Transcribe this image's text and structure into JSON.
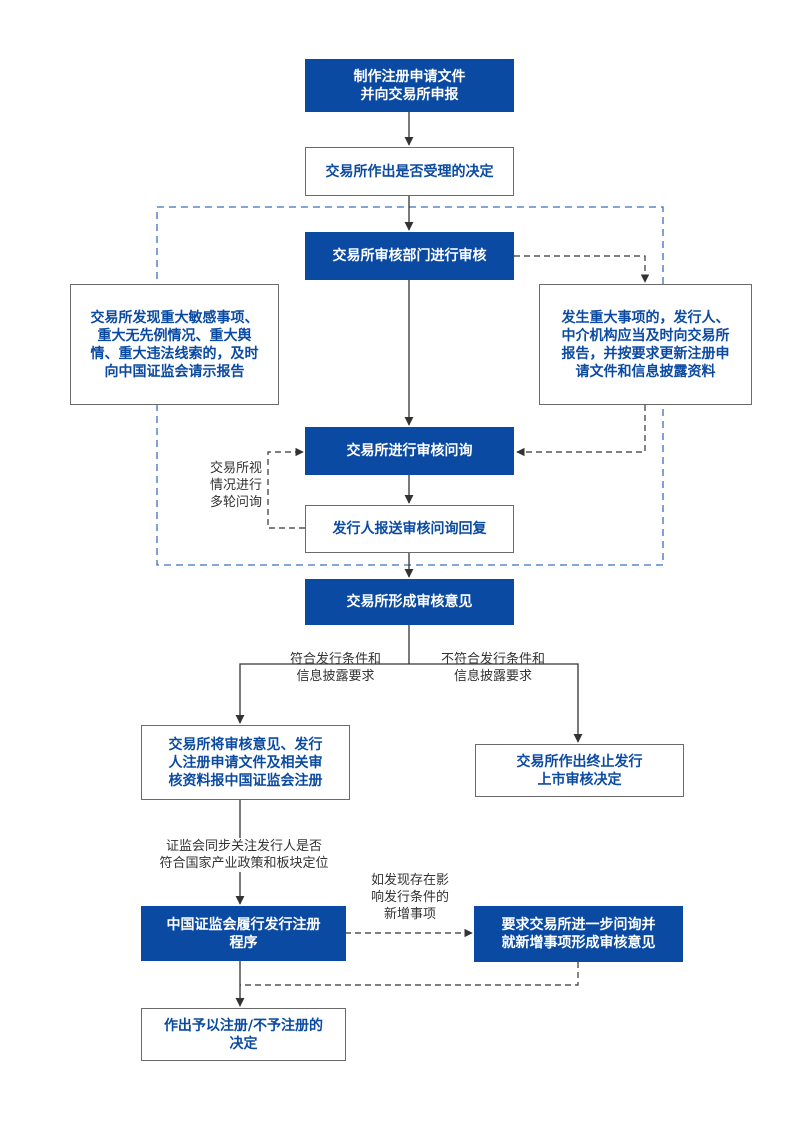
{
  "boxes": {
    "prepare": "制作注册申请文件\n并向交易所申报",
    "accept": "交易所作出是否受理的决定",
    "review_dept": "交易所审核部门进行审核",
    "left_report": "交易所发现重大敏感事项、\n重大无先例情况、重大舆\n情、重大违法线索的，及时\n向中国证监会请示报告",
    "right_report": "发生重大事项的，发行人、\n中介机构应当及时向交易所\n报告，并按要求更新注册申\n请文件和信息披露资料",
    "inquiry": "交易所进行审核问询",
    "reply": "发行人报送审核问询回复",
    "opinion": "交易所形成审核意见",
    "submit_csrc": "交易所将审核意见、发行\n人注册申请文件及相关审\n核资料报中国证监会注册",
    "terminate": "交易所作出终止发行\n上市审核决定",
    "csrc_register": "中国证监会履行发行注册\n程序",
    "further_inquiry": "要求交易所进一步问询并\n就新增事项形成审核意见",
    "decision": "作出予以注册/不予注册的\n决定"
  },
  "labels": {
    "multi_round": "交易所视\n情况进行\n多轮问询",
    "meets": "符合发行条件和\n信息披露要求",
    "not_meets": "不符合发行条件和\n信息披露要求",
    "csrc_focus": "证监会同步关注发行人是否\n符合国家产业政策和板块定位",
    "new_matters": "如发现存在影\n响发行条件的\n新增事项"
  },
  "colors": {
    "primary_blue": "#0b4aa2",
    "dashed_frame": "#3a6fc0",
    "line": "#333333"
  }
}
